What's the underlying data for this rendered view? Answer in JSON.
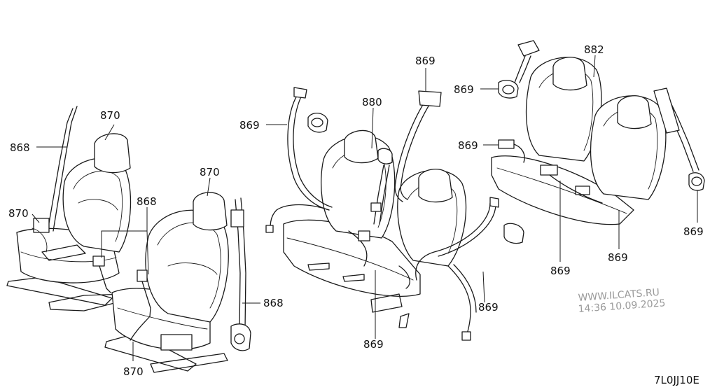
{
  "diagram": {
    "labels": {
      "l870_a": "870",
      "l868_a": "868",
      "l870_b": "870",
      "l868_b": "868",
      "l870_c": "870",
      "l868_c": "868",
      "l870_d": "870",
      "l869_a": "869",
      "l880": "880",
      "l869_b": "869",
      "l869_c": "869",
      "l869_d": "869",
      "l882": "882",
      "l869_e": "869",
      "l869_f": "869",
      "l869_g": "869",
      "l869_h": "869",
      "l869_i": "869"
    },
    "watermark": {
      "site": "WWW.ILCATS.RU",
      "stamp": "14:36 10.09.2025"
    },
    "figure_code": "7L0JJ10E"
  }
}
